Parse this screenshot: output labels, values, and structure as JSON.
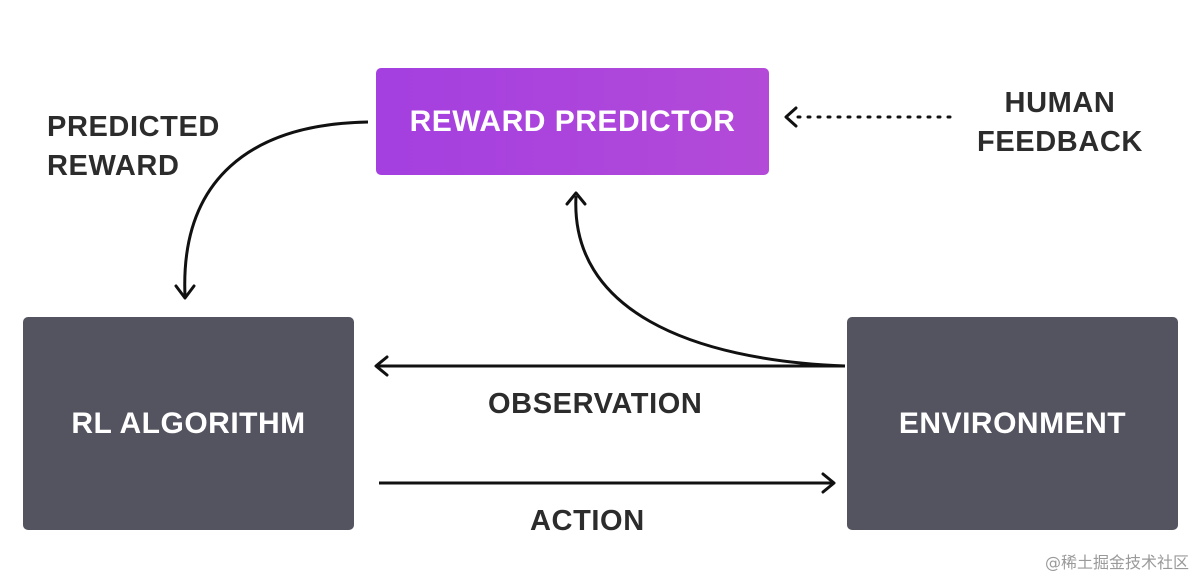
{
  "nodes": {
    "reward_predictor": {
      "label": "REWARD PREDICTOR",
      "color": "#a43fe0"
    },
    "rl_algorithm": {
      "label": "RL ALGORITHM",
      "color": "#545360"
    },
    "environment": {
      "label": "ENVIRONMENT",
      "color": "#545360"
    }
  },
  "labels": {
    "predicted_reward": [
      "PREDICTED",
      "REWARD"
    ],
    "human_feedback": [
      "HUMAN",
      "FEEDBACK"
    ],
    "observation": "OBSERVATION",
    "action": "ACTION"
  },
  "watermark": "@稀土掘金技术社区",
  "colors": {
    "arrow": "#111111",
    "text": "#2c2c2c",
    "reward_gradient_start": "#a43fe0",
    "reward_gradient_end": "#b34ad8"
  }
}
